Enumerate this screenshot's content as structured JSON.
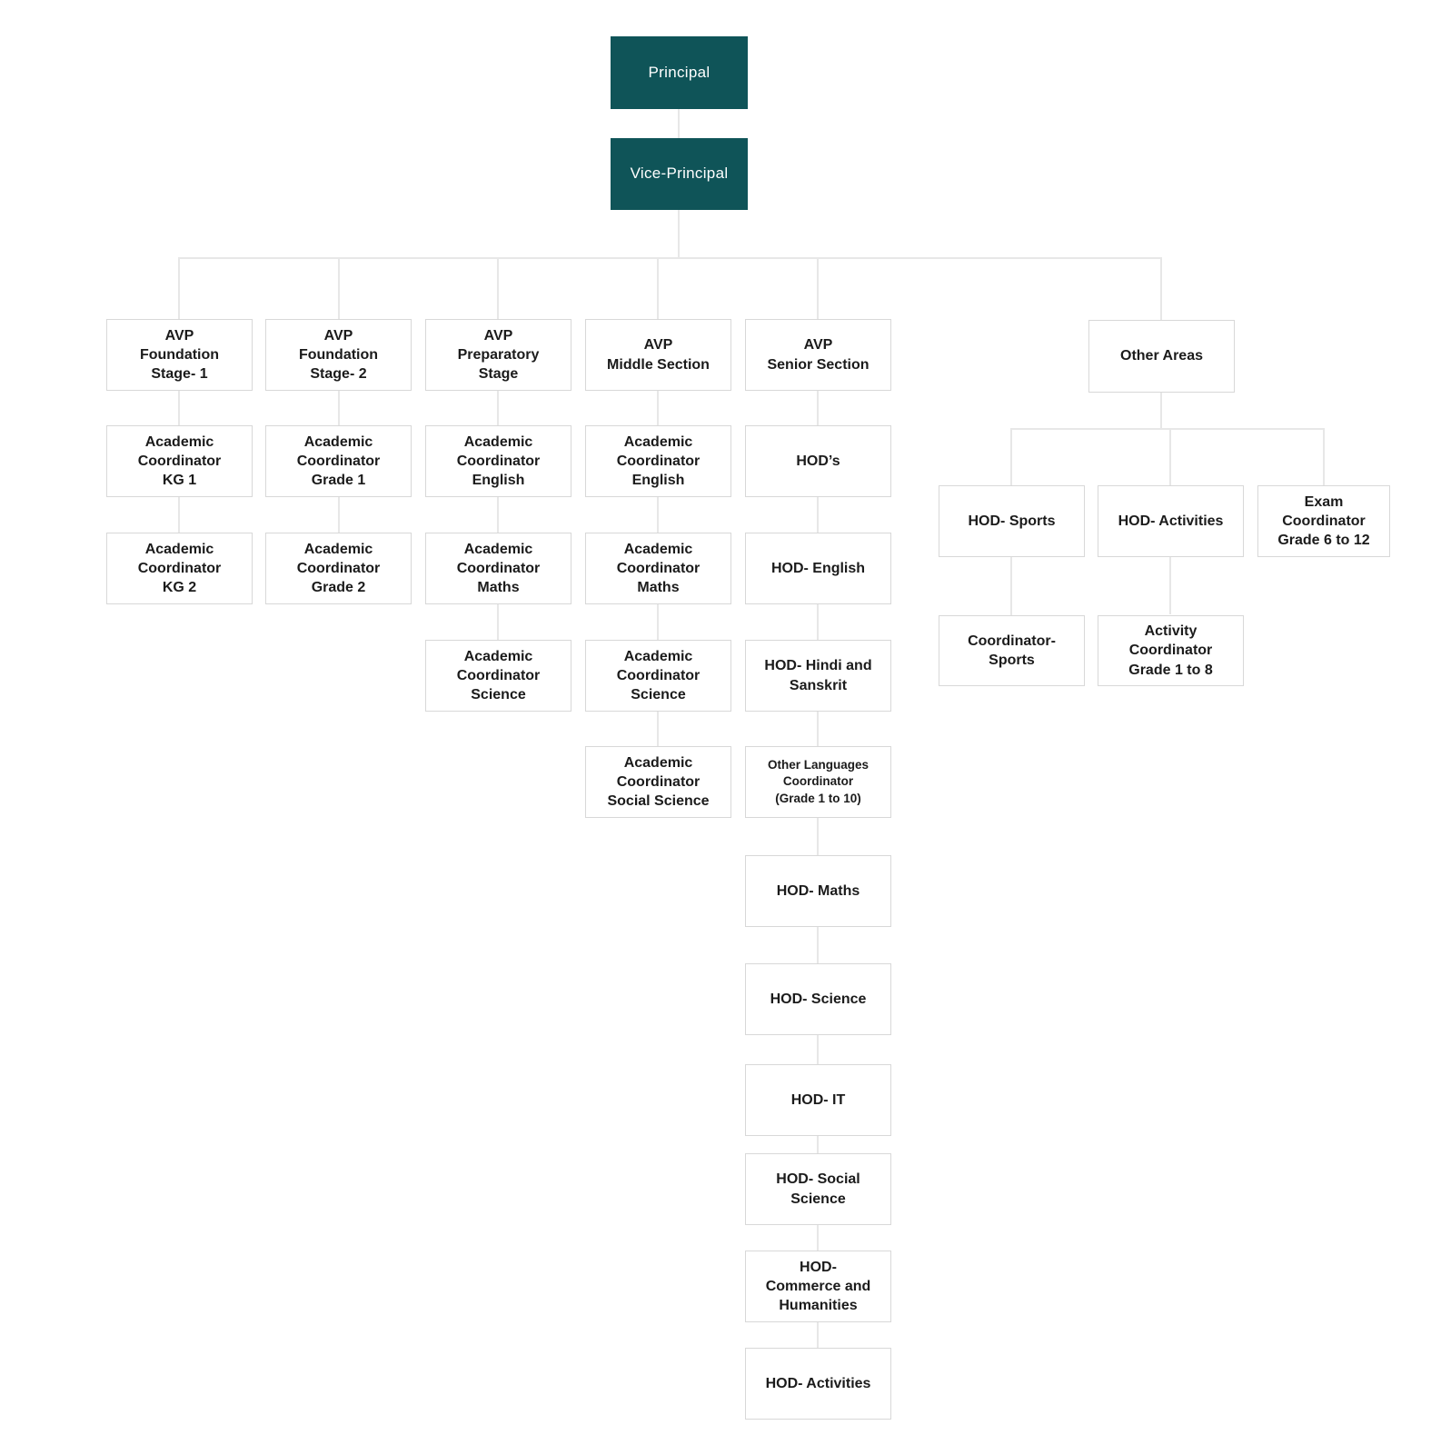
{
  "org": {
    "principal": {
      "label": "Principal"
    },
    "vice_principal": {
      "label": "Vice-Principal"
    },
    "branches": [
      {
        "label": "AVP\nFoundation\nStage- 1",
        "children": [
          {
            "label": "Academic\nCoordinator\nKG 1"
          },
          {
            "label": "Academic\nCoordinator\nKG 2"
          }
        ]
      },
      {
        "label": "AVP\nFoundation\nStage- 2",
        "children": [
          {
            "label": "Academic\nCoordinator\nGrade 1"
          },
          {
            "label": "Academic\nCoordinator\nGrade 2"
          }
        ]
      },
      {
        "label": "AVP\nPreparatory\nStage",
        "children": [
          {
            "label": "Academic\nCoordinator\nEnglish"
          },
          {
            "label": "Academic\nCoordinator\nMaths"
          },
          {
            "label": "Academic\nCoordinator\nScience"
          }
        ]
      },
      {
        "label": "AVP\nMiddle Section",
        "children": [
          {
            "label": "Academic\nCoordinator\nEnglish"
          },
          {
            "label": "Academic\nCoordinator\nMaths"
          },
          {
            "label": "Academic\nCoordinator\nScience"
          },
          {
            "label": "Academic\nCoordinator\nSocial Science"
          }
        ]
      },
      {
        "label": "AVP\nSenior Section",
        "children": [
          {
            "label": "HOD’s"
          },
          {
            "label": "HOD- English"
          },
          {
            "label": "HOD- Hindi and\nSanskrit"
          },
          {
            "label": "Other Languages\nCoordinator\n(Grade 1 to 10)"
          },
          {
            "label": "HOD- Maths"
          },
          {
            "label": "HOD- Science"
          },
          {
            "label": "HOD- IT"
          },
          {
            "label": "HOD- Social\nScience"
          },
          {
            "label": "HOD-\nCommerce and\nHumanities"
          },
          {
            "label": "HOD- Activities"
          }
        ]
      },
      {
        "label": "Other Areas",
        "children": [
          {
            "label": "HOD- Sports",
            "children": [
              {
                "label": "Coordinator-\nSports"
              }
            ]
          },
          {
            "label": "HOD- Activities",
            "children": [
              {
                "label": "Activity\nCoordinator\nGrade 1 to 8"
              }
            ]
          },
          {
            "label": "Exam\nCoordinator\nGrade 6 to 12"
          }
        ]
      }
    ]
  },
  "colors": {
    "teal": "#0f5458",
    "ink": "#1b1b1b",
    "border": "#d8d8d8",
    "line": "#e7e7e7",
    "paper": "#ffffff"
  }
}
